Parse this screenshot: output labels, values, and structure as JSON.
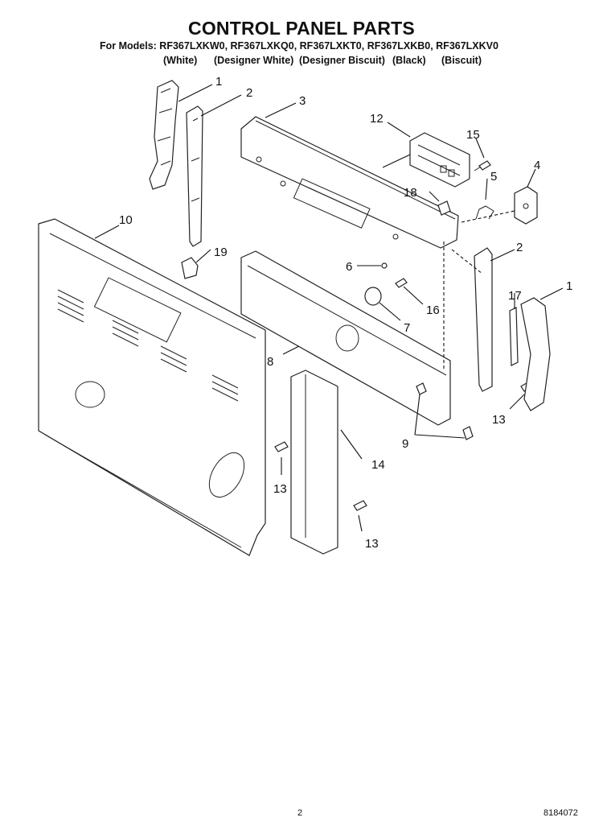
{
  "title": "CONTROL PANEL PARTS",
  "models": "For Models: RF367LXKW0, RF367LXKQ0, RF367LXKT0, RF367LXKB0, RF367LXKV0",
  "colors": [
    "(White)",
    "(Designer White)",
    "(Designer Biscuit)",
    "(Black)",
    "(Biscuit)"
  ],
  "callouts": {
    "c1a": "1",
    "c2a": "2",
    "c3": "3",
    "c4": "4",
    "c5": "5",
    "c6": "6",
    "c7": "7",
    "c8": "8",
    "c9": "9",
    "c10": "10",
    "c12": "12",
    "c13a": "13",
    "c13b": "13",
    "c13c": "13",
    "c14": "14",
    "c15": "15",
    "c16": "16",
    "c17": "17",
    "c18": "18",
    "c19": "19",
    "c2b": "2",
    "c1b": "1"
  },
  "page_number": "2",
  "doc_number": "8184072"
}
